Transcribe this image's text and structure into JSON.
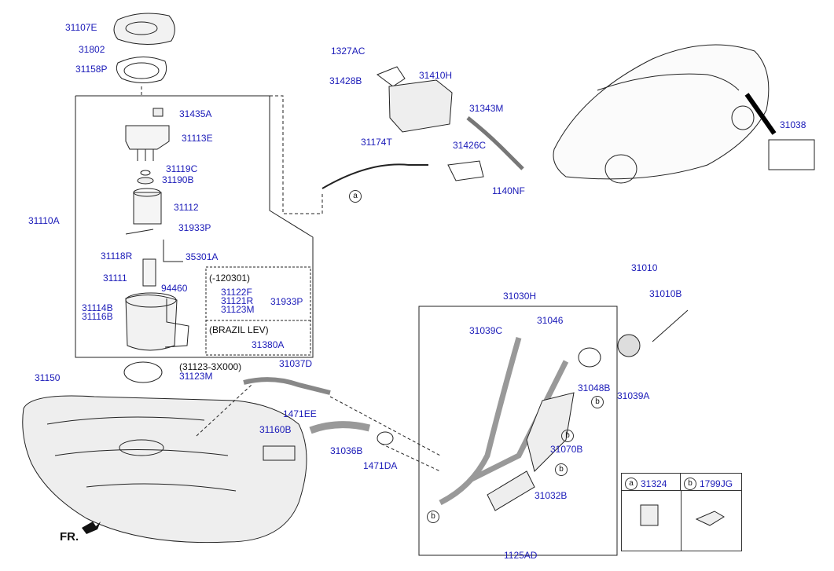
{
  "diagram": {
    "labels": {
      "p31107E": "31107E",
      "p31802": "31802",
      "p31158P": "31158P",
      "p31435A": "31435A",
      "p31113E": "31113E",
      "p31119C": "31119C",
      "p31190B": "31190B",
      "p31110A": "31110A",
      "p31112": "31112",
      "p31933P_a": "31933P",
      "p31118R": "31118R",
      "p35301A": "35301A",
      "p31111": "31111",
      "p_120301": "(-120301)",
      "p31122F": "31122F",
      "p31121R": "31121R",
      "p31933P_b": "31933P",
      "p31123M_a": "31123M",
      "p94460": "94460",
      "p31114B": "31114B",
      "p31116B": "31116B",
      "p_brazil": "(BRAZIL LEV)",
      "p31380A": "31380A",
      "p31123_note": "(31123-3X000)",
      "p31123M_b": "31123M",
      "p31037D": "31037D",
      "p31150": "31150",
      "p1471EE": "1471EE",
      "p31160B": "31160B",
      "p31036B": "31036B",
      "p1471DA": "1471DA",
      "p1327AC": "1327AC",
      "p31428B": "31428B",
      "p31410H": "31410H",
      "p31343M": "31343M",
      "p31174T": "31174T",
      "p31426C": "31426C",
      "p1140NF": "1140NF",
      "p31038": "31038",
      "p31010": "31010",
      "p31010B": "31010B",
      "p31039A": "31039A",
      "p31030H": "31030H",
      "p31039C": "31039C",
      "p31046": "31046",
      "p31048B": "31048B",
      "p31070B": "31070B",
      "p31032B": "31032B",
      "p1125AD": "1125AD",
      "fr": "FR."
    },
    "callouts": {
      "a": "a",
      "b": "b"
    },
    "legend": {
      "a_letter": "a",
      "a_part": "31324",
      "b_letter": "b",
      "b_part": "1799JG"
    },
    "colors": {
      "part_label": "#1a1ab8",
      "line": "#222222"
    }
  }
}
